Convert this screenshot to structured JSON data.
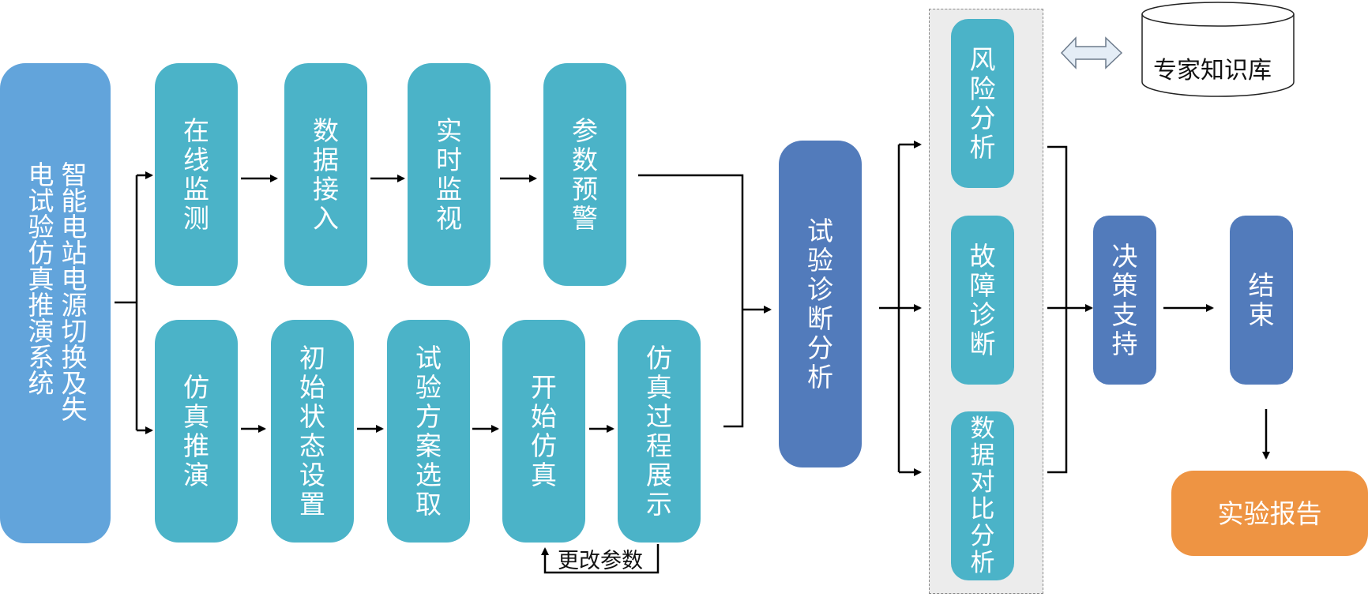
{
  "main_system": "智能电站电源切换及失电试验仿真推演系统",
  "top_row": [
    "在线监测",
    "数据接入",
    "实时监视",
    "参数预警"
  ],
  "bottom_row": [
    "仿真推演",
    "初始状态设置",
    "试验方案选取",
    "开始仿真",
    "仿真过程展示"
  ],
  "loop_label": "更改参数",
  "diagnosis": "试验诊断分析",
  "analysis": [
    "风险分析",
    "故障诊断",
    "数据对比分析"
  ],
  "knowledge_base": "专家知识库",
  "decision": "决策支持",
  "end": "结束",
  "report": "实验报告",
  "colors": {
    "teal": "#4bb3c8",
    "blue": "#527bbb",
    "light_blue": "#62a4db",
    "orange": "#ee9443",
    "panel_gray": "#ececec"
  }
}
